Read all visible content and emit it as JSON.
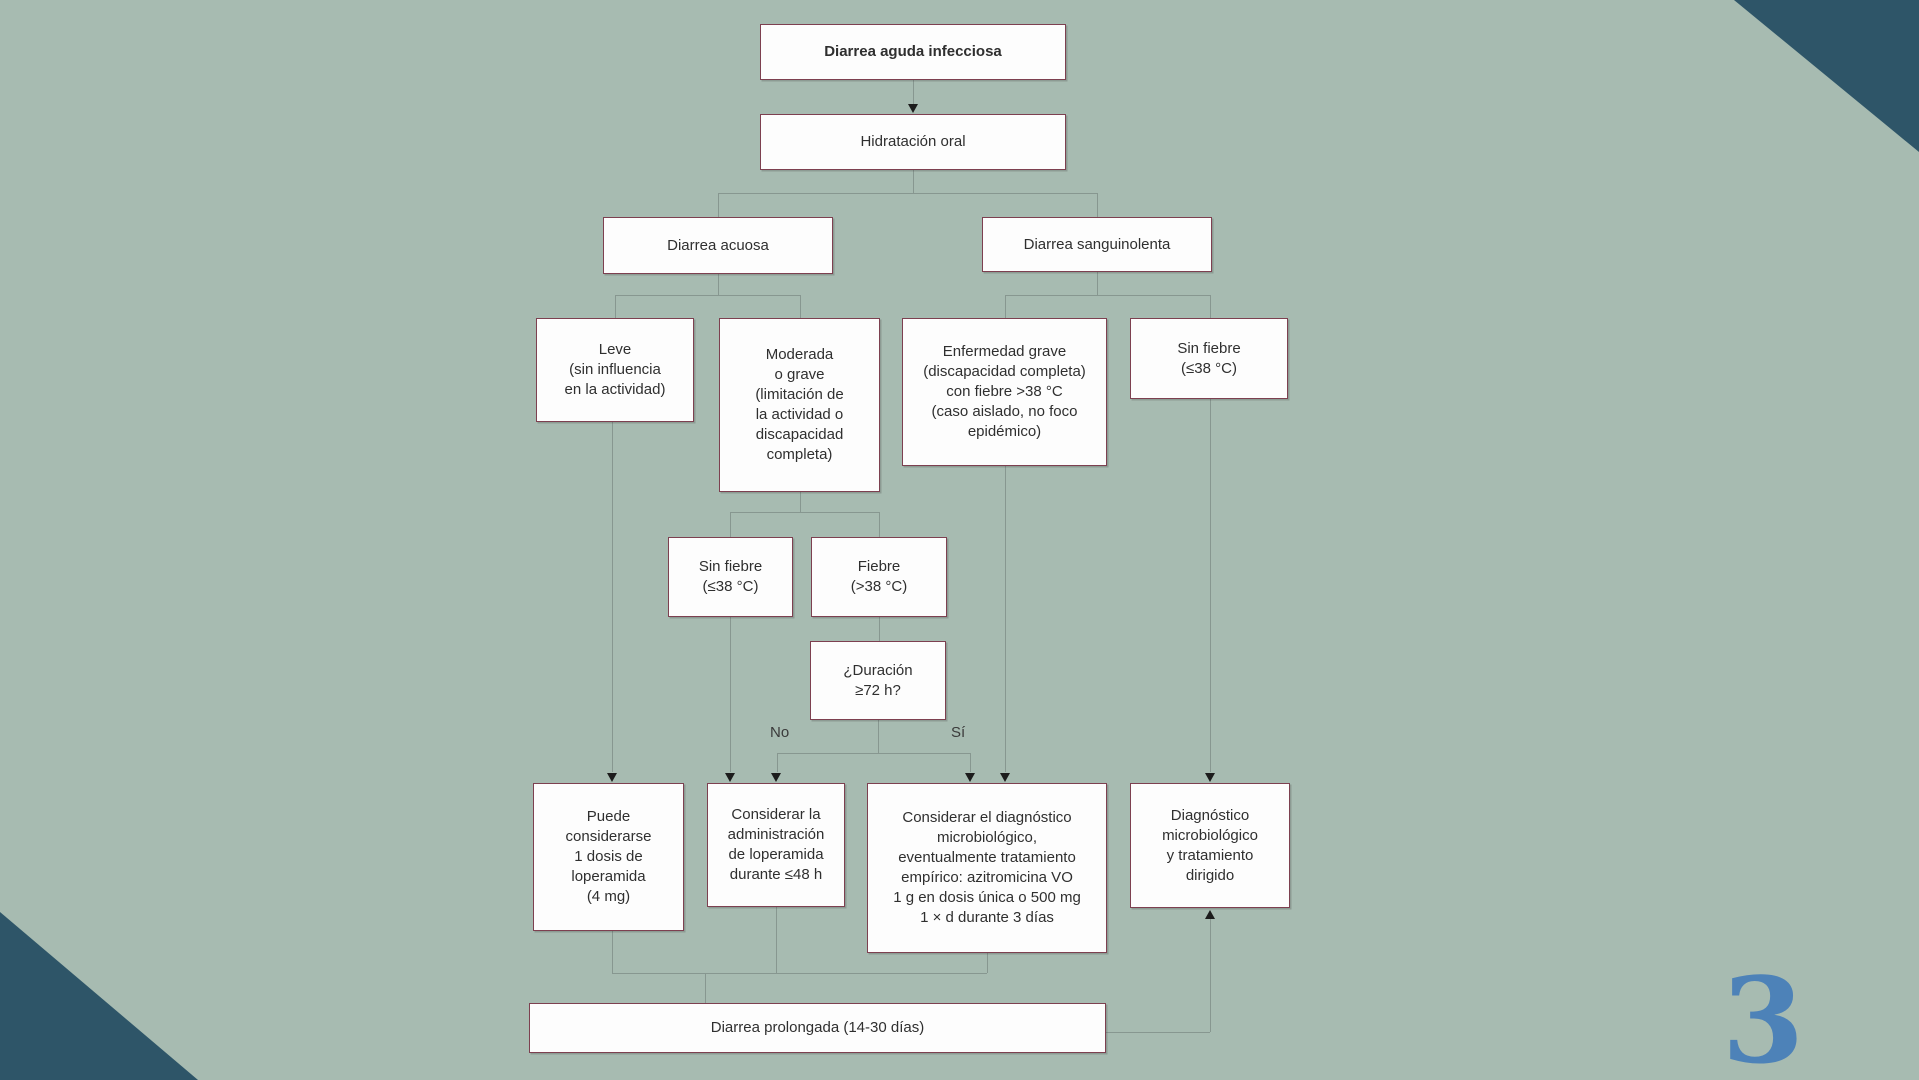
{
  "slide": {
    "page_number": "3"
  },
  "colors": {
    "background": "#a7bbb1",
    "corner_triangle": "#2e5568",
    "page_number_blue": "#4d82b8",
    "box_border": "#7d4050",
    "box_fill": "#fdfdfd",
    "connector": "#879790",
    "arrowhead": "#1c1c1c",
    "text": "#2f2f2f"
  },
  "flowchart": {
    "nodes": {
      "diarrea_aguda": "Diarrea aguda infecciosa",
      "hidratacion": "Hidratación oral",
      "acuosa": "Diarrea acuosa",
      "sanguinolenta": "Diarrea sanguinolenta",
      "leve": "Leve\n(sin influencia\nen la actividad)",
      "moderada": "Moderada\no grave\n(limitación de\nla actividad o\ndiscapacidad\ncompleta)",
      "enfermedad": "Enfermedad grave\n(discapacidad completa)\ncon fiebre >38 °C\n(caso aislado, no foco\nepidémico)",
      "sin_fiebre_der": "Sin fiebre\n(≤38 °C)",
      "sin_fiebre_med": "Sin fiebre\n(≤38 °C)",
      "fiebre": "Fiebre\n(>38 °C)",
      "duracion": "¿Duración\n≥72 h?",
      "puede": "Puede\nconsiderarse\n1 dosis de\nloperamida\n(4 mg)",
      "considerar_adm": "Considerar la\nadministración\nde loperamida\ndurante ≤48 h",
      "considerar_diag": "Considerar el diagnóstico\nmicrobiológico,\neventualmente tratamiento\nempírico: azitromicina VO\n1 g en dosis única o 500 mg\n1 × d durante 3 días",
      "diag_dirigido": "Diagnóstico\nmicrobiológico\ny tratamiento\ndirigido",
      "prolongada": "Diarrea prolongada (14-30 días)"
    },
    "edge_labels": {
      "no": "No",
      "si": "Sí"
    },
    "edges": [
      {
        "from": "diarrea_aguda",
        "to": "hidratacion"
      },
      {
        "from": "hidratacion",
        "to": "acuosa"
      },
      {
        "from": "hidratacion",
        "to": "sanguinolenta"
      },
      {
        "from": "acuosa",
        "to": "leve"
      },
      {
        "from": "acuosa",
        "to": "moderada"
      },
      {
        "from": "sanguinolenta",
        "to": "enfermedad"
      },
      {
        "from": "sanguinolenta",
        "to": "sin_fiebre_der"
      },
      {
        "from": "moderada",
        "to": "sin_fiebre_med"
      },
      {
        "from": "moderada",
        "to": "fiebre"
      },
      {
        "from": "leve",
        "to": "puede"
      },
      {
        "from": "sin_fiebre_med",
        "to": "considerar_adm"
      },
      {
        "from": "fiebre",
        "to": "duracion"
      },
      {
        "from": "duracion",
        "to": "considerar_adm",
        "label": "No"
      },
      {
        "from": "duracion",
        "to": "considerar_diag",
        "label": "Sí"
      },
      {
        "from": "enfermedad",
        "to": "considerar_diag"
      },
      {
        "from": "sin_fiebre_der",
        "to": "diag_dirigido"
      },
      {
        "from": "puede",
        "to": "prolongada"
      },
      {
        "from": "considerar_adm",
        "to": "prolongada"
      },
      {
        "from": "considerar_diag",
        "to": "prolongada"
      },
      {
        "from": "prolongada",
        "to": "diag_dirigido"
      }
    ]
  }
}
